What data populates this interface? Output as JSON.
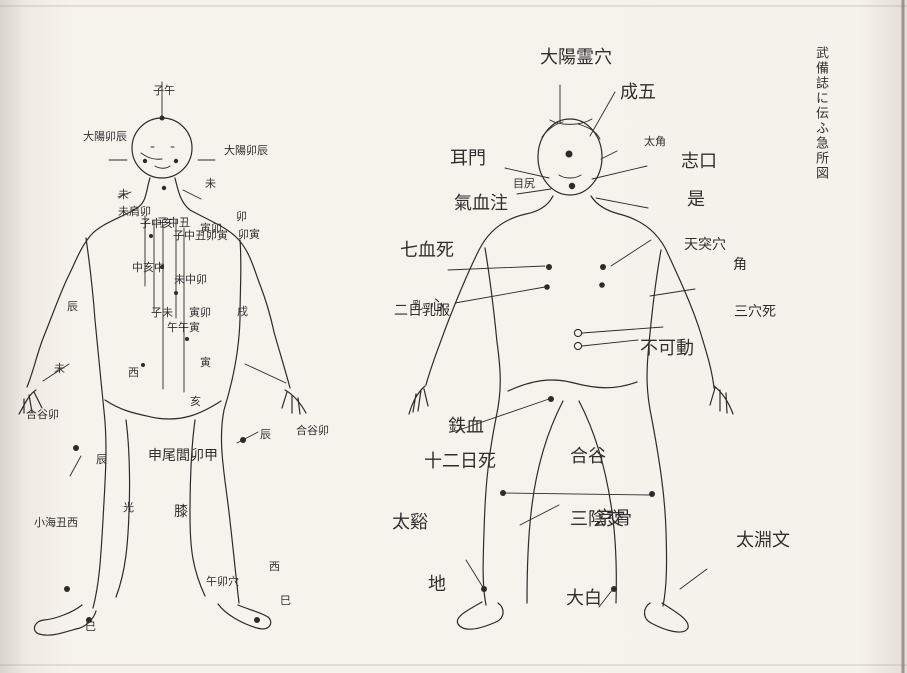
{
  "page": {
    "title": "武備誌に伝ふ急所図"
  },
  "left_labels": [
    "子午",
    "大陽卯辰",
    "大陽卯辰",
    "未",
    "未",
    "卯",
    "卯寅",
    "未肩卯",
    "子中亥",
    "子中丑",
    "子中丑卯寅",
    "中亥中",
    "寅卯",
    "未中卯",
    "子未",
    "午午寅",
    "寅卯",
    "辰",
    "西",
    "寅",
    "戌",
    "未",
    "亥",
    "合谷卯",
    "合谷卯",
    "辰",
    "辰",
    "申尾閭卯甲",
    "膝",
    "光",
    "小海丑西",
    "午卯穴",
    "西",
    "巳",
    "巳"
  ],
  "right_labels": [
    "大陽霊穴",
    "成五",
    "太角",
    "耳門",
    "目尻",
    "氣血注",
    "志口",
    "是",
    "天突穴",
    "七血死",
    "乳",
    "角",
    "三穴死",
    "二日乳服",
    "心",
    "不可動",
    "鉄血",
    "十二日死",
    "合谷",
    "三陰交",
    "京骨",
    "太谿",
    "地",
    "大白",
    "太淵文"
  ]
}
